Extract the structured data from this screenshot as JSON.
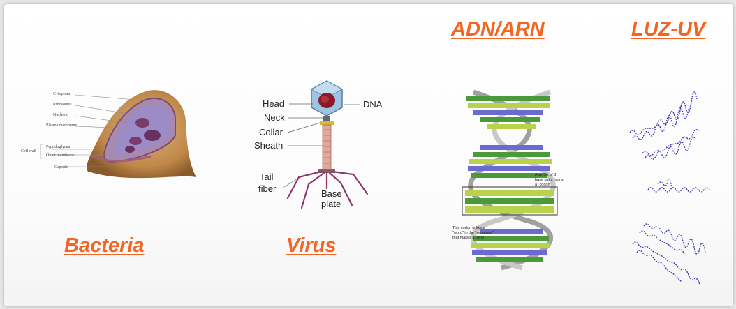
{
  "labels": {
    "bacteria": "Bacteria",
    "virus": "Virus",
    "dna": "ADN/ARN",
    "uv": "LUZ-UV"
  },
  "bacteria_parts": {
    "cytoplasm": "Cytoplasm",
    "ribosomes": "Ribosomes",
    "nucleoid": "Nucleoid",
    "plasma_membrane": "Plasma membrane",
    "cell_wall": "Cell wall",
    "peptidoglycan": "Peptidoglycan",
    "outer_membrane": "Outer membrane",
    "capsule": "Capsule"
  },
  "virus_parts": {
    "head": "Head",
    "dna": "DNA",
    "neck": "Neck",
    "collar": "Collar",
    "sheath": "Sheath",
    "tail": "Tail",
    "fiber": "fiber",
    "base": "Base",
    "plate": "plate"
  },
  "dna_notes": {
    "codon_1": "A series of 3",
    "codon_2": "base pairs forms",
    "codon_3": "a \"codon\"",
    "word_1": "This codon is like a",
    "word_2": "\"word\" in the \"sentence\"",
    "word_3": "that makes a gene"
  },
  "colors": {
    "label": "#f26522",
    "dna_green": "#4a9a3a",
    "dna_lime": "#b8d24a",
    "dna_blue": "#6a6ad0",
    "uv_wave": "#3c3cb4"
  }
}
